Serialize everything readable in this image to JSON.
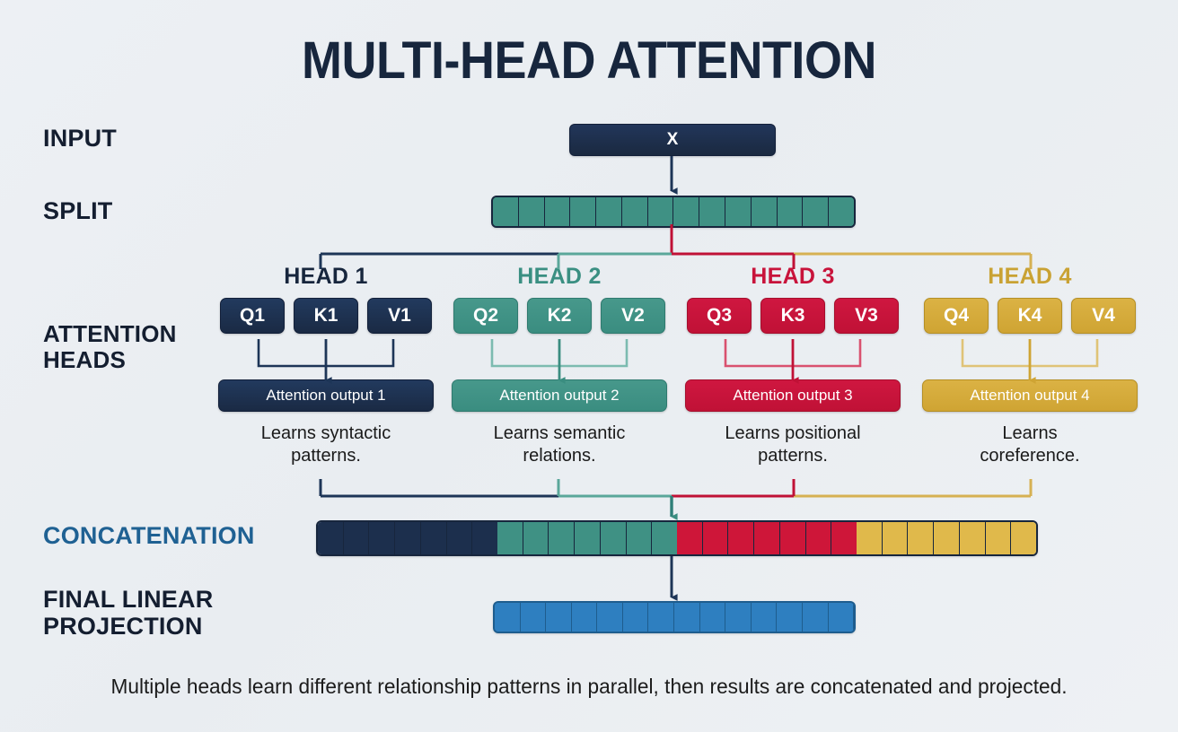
{
  "title": "MULTI-HEAD ATTENTION",
  "labels": {
    "input": "INPUT",
    "split": "SPLIT",
    "attention_heads_line1": "ATTENTION",
    "attention_heads_line2": "HEADS",
    "concatenation": "CONCATENATION",
    "final_line1": "FINAL LINEAR",
    "final_line2": "PROJECTION"
  },
  "input": {
    "box_label": "X"
  },
  "split": {
    "cells": 14,
    "color": "#3f9184"
  },
  "heads": [
    {
      "title": "HEAD 1",
      "q": "Q1",
      "k": "K1",
      "v": "V1",
      "output": "Attention output 1",
      "desc_line1": "Learns syntactic",
      "desc_line2": "patterns.",
      "color": "#1a2a44"
    },
    {
      "title": "HEAD 2",
      "q": "Q2",
      "k": "K2",
      "v": "V2",
      "output": "Attention output 2",
      "desc_line1": "Learns semantic",
      "desc_line2": "relations.",
      "color": "#3a8d80"
    },
    {
      "title": "HEAD 3",
      "q": "Q3",
      "k": "K3",
      "v": "V3",
      "output": "Attention output 3",
      "desc_line1": "Learns positional",
      "desc_line2": "patterns.",
      "color": "#c01136"
    },
    {
      "title": "HEAD 4",
      "q": "Q4",
      "k": "K4",
      "v": "V4",
      "output": "Attention output 4",
      "desc_line1": "Learns",
      "desc_line2": "coreference.",
      "color": "#cfa433"
    }
  ],
  "concatenation": {
    "segments": [
      {
        "head": "HEAD 1",
        "color": "#1c2f4d",
        "cells": 7
      },
      {
        "head": "HEAD 2",
        "color": "#3f9184",
        "cells": 7
      },
      {
        "head": "HEAD 3",
        "color": "#ce1639",
        "cells": 7
      },
      {
        "head": "HEAD 4",
        "color": "#e0b94b",
        "cells": 7
      }
    ],
    "label_color": "#1f6193"
  },
  "final_projection": {
    "cells": 14,
    "color": "#2e7fc0"
  },
  "caption": "Multiple heads learn different relationship patterns in parallel, then results are concatenated and projected.",
  "palette": {
    "background": "#eceff3",
    "title_color": "#17263d",
    "navy": "#1a2a44",
    "teal": "#3a8d80",
    "red": "#c01136",
    "gold": "#cfa433",
    "blue": "#2e7fc0"
  }
}
